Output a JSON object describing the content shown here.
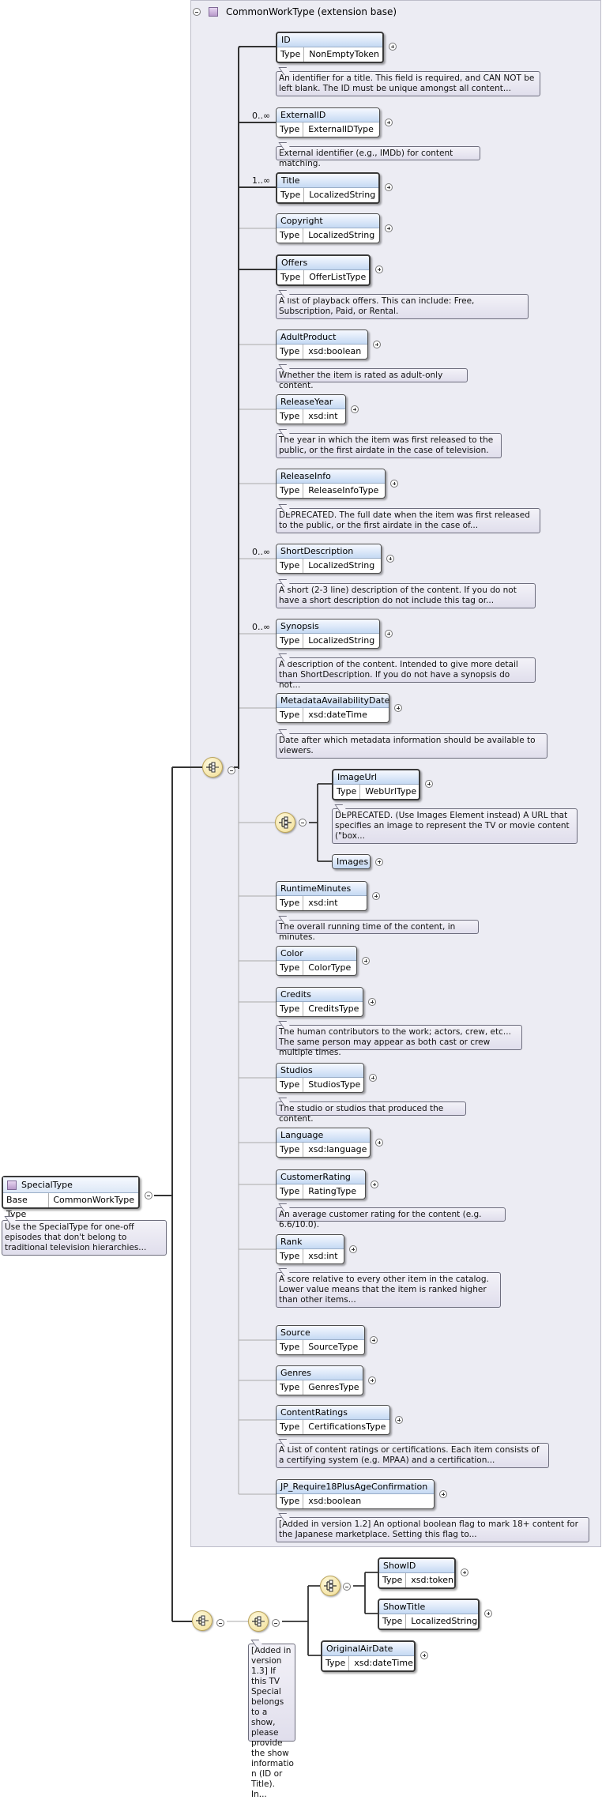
{
  "base_group": {
    "label": "CommonWorkType (extension base)"
  },
  "root": {
    "name": "SpecialType",
    "base_type_label": "Base Type",
    "base_type": "CommonWorkType",
    "doc": "Use the SpecialType for one-off episodes that don't belong to traditional television hierarchies..."
  },
  "type_label": "Type",
  "elements": [
    {
      "id": "id",
      "name": "ID",
      "type": "NonEmptyToken",
      "required": true,
      "card": "",
      "doc": "An identifier for a title. This field is required, and CAN NOT be left blank. The ID must be unique amongst all content..."
    },
    {
      "id": "externalid",
      "name": "ExternalID",
      "type": "ExternalIDType",
      "required": false,
      "card": "0..∞",
      "doc": "External identifier (e.g., IMDb) for content matching."
    },
    {
      "id": "title",
      "name": "Title",
      "type": "LocalizedString",
      "required": true,
      "card": "1..∞",
      "doc": ""
    },
    {
      "id": "copyright",
      "name": "Copyright",
      "type": "LocalizedString",
      "required": false,
      "card": "",
      "doc": ""
    },
    {
      "id": "offers",
      "name": "Offers",
      "type": "OfferListType",
      "required": true,
      "card": "",
      "doc": "A list of playback offers. This can include: Free, Subscription, Paid, or Rental."
    },
    {
      "id": "adultproduct",
      "name": "AdultProduct",
      "type": "xsd:boolean",
      "required": false,
      "card": "",
      "doc": "Whether the item is rated as adult-only content."
    },
    {
      "id": "releaseyear",
      "name": "ReleaseYear",
      "type": "xsd:int",
      "required": false,
      "card": "",
      "doc": "The year in which the item was first released to the public, or the first airdate in the case of television."
    },
    {
      "id": "releaseinfo",
      "name": "ReleaseInfo",
      "type": "ReleaseInfoType",
      "required": false,
      "card": "",
      "doc": "DEPRECATED. The full date when the item was first released to the public, or the first airdate in the case of..."
    },
    {
      "id": "shortdescription",
      "name": "ShortDescription",
      "type": "LocalizedString",
      "required": false,
      "card": "0..∞",
      "doc": "A short (2-3 line) description of the content. If you do not have a short description do not include this tag or..."
    },
    {
      "id": "synopsis",
      "name": "Synopsis",
      "type": "LocalizedString",
      "required": false,
      "card": "0..∞",
      "doc": "A description of the content. Intended to give more detail than ShortDescription. If you do not have a synopsis do not..."
    },
    {
      "id": "metadataavailabilitydate",
      "name": "MetadataAvailabilityDate",
      "type": "xsd:dateTime",
      "required": false,
      "card": "",
      "doc": "Date after which metadata information should be available to viewers."
    },
    {
      "id": "imageurl",
      "name": "ImageUrl",
      "type": "WebUrlType",
      "required": true,
      "card": "",
      "doc": "DEPRECATED. (Use Images Element instead) A URL that specifies an image to represent the TV or movie content (\"box..."
    },
    {
      "id": "images",
      "name": "Images",
      "type": "",
      "required": false,
      "card": "",
      "doc": ""
    },
    {
      "id": "runtimeminutes",
      "name": "RuntimeMinutes",
      "type": "xsd:int",
      "required": false,
      "card": "",
      "doc": "The overall running time of the content, in minutes."
    },
    {
      "id": "color",
      "name": "Color",
      "type": "ColorType",
      "required": false,
      "card": "",
      "doc": ""
    },
    {
      "id": "credits",
      "name": "Credits",
      "type": "CreditsType",
      "required": false,
      "card": "",
      "doc": "The human contributors to the work; actors, crew, etc... The same person may appear as both cast or crew multiple times."
    },
    {
      "id": "studios",
      "name": "Studios",
      "type": "StudiosType",
      "required": false,
      "card": "",
      "doc": "The studio or studios that produced the content."
    },
    {
      "id": "language",
      "name": "Language",
      "type": "xsd:language",
      "required": false,
      "card": "",
      "doc": ""
    },
    {
      "id": "customerrating",
      "name": "CustomerRating",
      "type": "RatingType",
      "required": false,
      "card": "",
      "doc": "An average customer rating for the content (e.g. 6.6/10.0)."
    },
    {
      "id": "rank",
      "name": "Rank",
      "type": "xsd:int",
      "required": false,
      "card": "",
      "doc": "A score relative to every other item in the catalog. Lower value means that the item is ranked higher than other items..."
    },
    {
      "id": "source",
      "name": "Source",
      "type": "SourceType",
      "required": false,
      "card": "",
      "doc": ""
    },
    {
      "id": "genres",
      "name": "Genres",
      "type": "GenresType",
      "required": false,
      "card": "",
      "doc": ""
    },
    {
      "id": "contentratings",
      "name": "ContentRatings",
      "type": "CertificationsType",
      "required": false,
      "card": "",
      "doc": "A List of content ratings or certifications. Each item consists of a certifying system (e.g. MPAA) and a certification..."
    },
    {
      "id": "jp-require18plusageconfirmation",
      "name": "JP_Require18PlusAgeConfirmation",
      "type": "xsd:boolean",
      "required": false,
      "card": "",
      "doc": "[Added in version 1.2] An optional boolean flag to mark 18+ content for the Japanese marketplace. Setting this flag to..."
    },
    {
      "id": "showid",
      "name": "ShowID",
      "type": "xsd:token",
      "required": true,
      "card": "",
      "doc": ""
    },
    {
      "id": "showtitle",
      "name": "ShowTitle",
      "type": "LocalizedString",
      "required": true,
      "card": "",
      "doc": ""
    },
    {
      "id": "originalairdate",
      "name": "OriginalAirDate",
      "type": "xsd:dateTime",
      "required": true,
      "card": "",
      "doc": ""
    }
  ],
  "show_sequence_doc": "[Added in version 1.3] If this TV Special belongs to a show, please provide the show informatio n (ID or Title). In..."
}
